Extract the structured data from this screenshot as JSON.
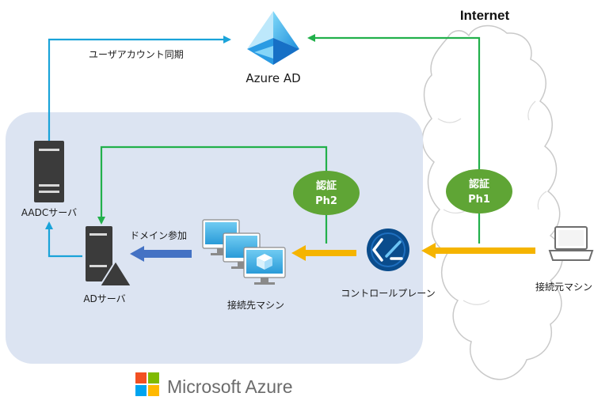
{
  "labels": {
    "internet": "Internet",
    "azure_ad": "Azure AD",
    "user_sync": "ユーザアカウント同期",
    "aadc_server": "AADCサーバ",
    "ad_server": "ADサーバ",
    "domain_join": "ドメイン参加",
    "target_machines": "接続先マシン",
    "control_plane": "コントロールプレーン",
    "source_machine": "接続元マシン",
    "auth_ph2_title": "認証",
    "auth_ph2_phase": "Ph2",
    "auth_ph1_title": "認証",
    "auth_ph1_phase": "Ph1",
    "microsoft_azure": "Microsoft Azure"
  },
  "colors": {
    "sync_line": "#1aa3d9",
    "auth_line": "#22b04b",
    "connection_arrow": "#f5b400",
    "domain_join_arrow": "#4472c4",
    "azure_region": "#dce4f2",
    "auth_badge": "#5fa535",
    "control_plane_icon": "#0a4c8c",
    "ms_red": "#f25022",
    "ms_green": "#7fba00",
    "ms_blue": "#00a4ef",
    "ms_yellow": "#ffb900"
  }
}
